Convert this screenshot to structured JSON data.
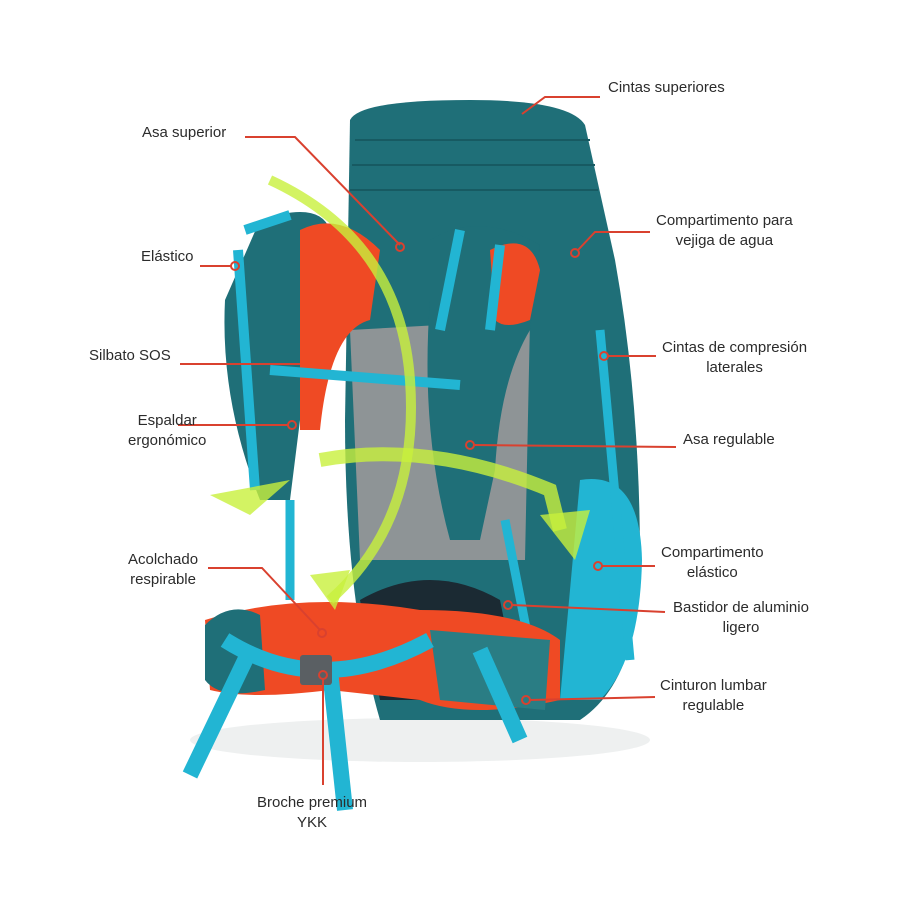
{
  "colors": {
    "leader": "#d9412f",
    "teal": "#1f6f78",
    "cyan": "#22b5d3",
    "orange": "#ef4a24",
    "lime": "#c8f03c"
  },
  "labels": {
    "cintas_superiores": "Cintas superiores",
    "asa_superior": "Asa superior",
    "compartimento_vejiga_1": "Compartimento para",
    "compartimento_vejiga_2": "vejiga de agua",
    "elastico": "Elástico",
    "silbato": "Silbato SOS",
    "cintas_compresion_1": "Cintas de compresión",
    "cintas_compresion_2": "laterales",
    "espaldar_1": "Espaldar",
    "espaldar_2": "ergonómico",
    "asa_regulable": "Asa regulable",
    "acolchado_1": "Acolchado",
    "acolchado_2": "respirable",
    "compartimento_elastico_1": "Compartimento",
    "compartimento_elastico_2": "elástico",
    "bastidor_1": "Bastidor de aluminio",
    "bastidor_2": "ligero",
    "cinturon_1": "Cinturon lumbar",
    "cinturon_2": "regulable",
    "broche_1": "Broche premium",
    "broche_2": "YKK"
  }
}
